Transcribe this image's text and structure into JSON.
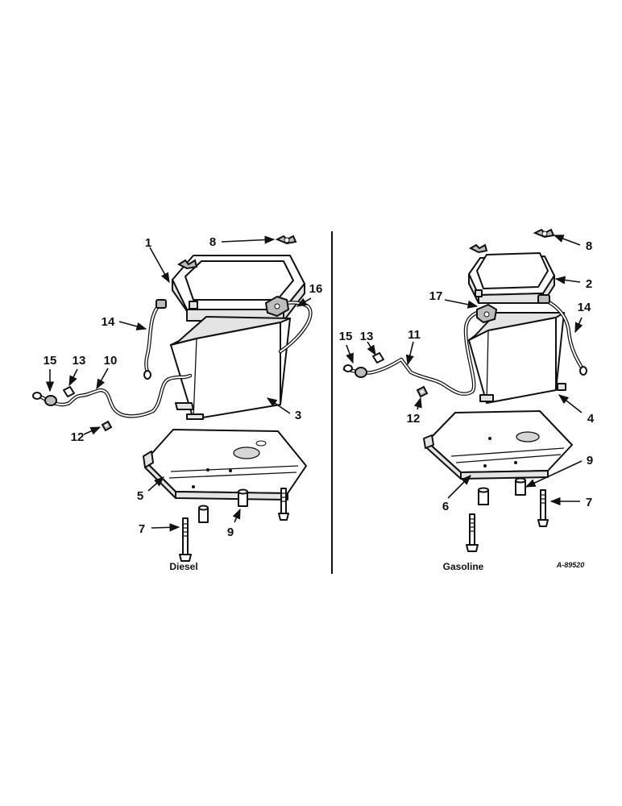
{
  "diesel": {
    "caption": "Diesel",
    "callouts": {
      "c1": "1",
      "c3": "3",
      "c5": "5",
      "c7": "7",
      "c8": "8",
      "c9": "9",
      "c10": "10",
      "c12": "12",
      "c13": "13",
      "c14": "14",
      "c15": "15",
      "c16": "16"
    }
  },
  "gasoline": {
    "caption": "Gasoline",
    "callouts": {
      "c2": "2",
      "c4": "4",
      "c6": "6",
      "c7": "7",
      "c8": "8",
      "c9": "9",
      "c11": "11",
      "c12": "12",
      "c13": "13",
      "c14": "14",
      "c15": "15",
      "c17": "17"
    }
  },
  "drawing_code": "A-89520"
}
